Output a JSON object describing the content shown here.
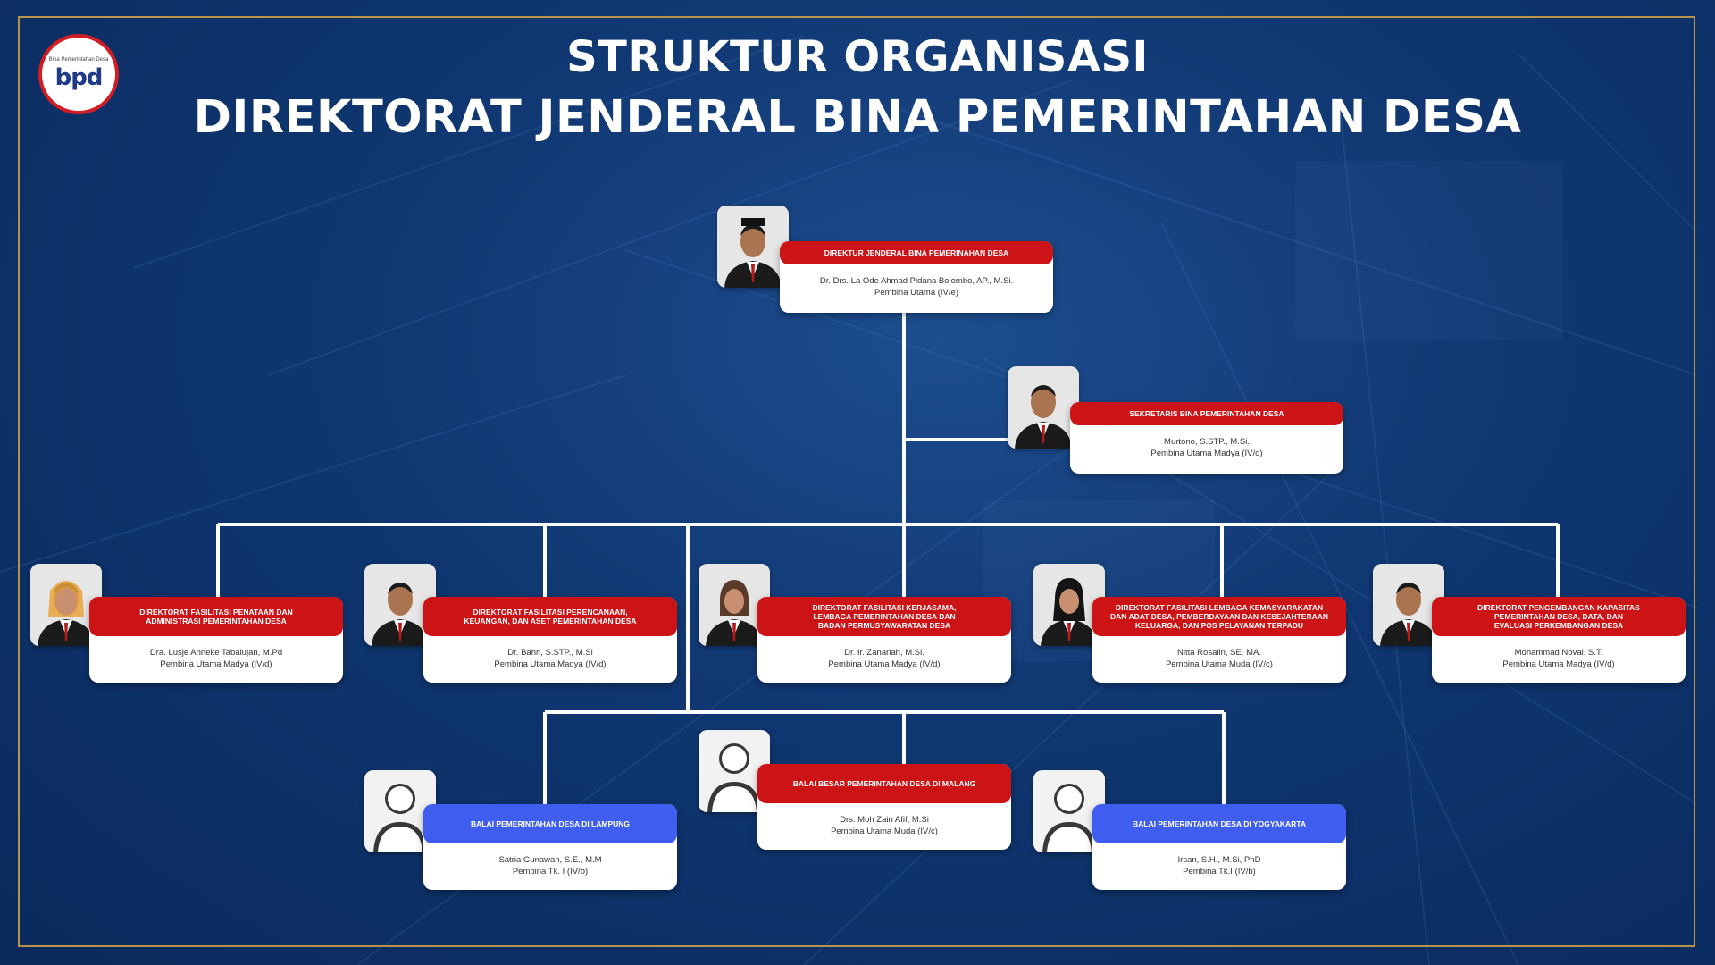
{
  "header": {
    "title_line1": "STRUKTUR ORGANISASI",
    "title_line2": "DIREKTORAT JENDERAL BINA PEMERINTAHAN DESA",
    "logo_text": "bpd",
    "logo_small": "Bina Pemerintahan Desa"
  },
  "colors": {
    "accent_red": "#cc1417",
    "accent_blue": "#3f5ef0",
    "frame_gold": "#b8934a",
    "background": "#0f3670"
  },
  "nodes": {
    "dirjen": {
      "title": "DIREKTUR JENDERAL BINA PEMERINAHAN DESA",
      "name": "Dr. Drs. La Ode Ahmad Pidana Bolombo, AP., M.Si.",
      "rank": "Pembina Utama (IV/e)"
    },
    "sekretaris": {
      "title": "SEKRETARIS BINA PEMERINTAHAN DESA",
      "name": "Murtono, S.STP., M.Si.",
      "rank": "Pembina Utama Madya (IV/d)"
    },
    "dir1": {
      "title": "DIREKTORAT FASILITASI PENATAAN DAN\nADMINISTRASI PEMERINTAHAN DESA",
      "name": "Dra. Lusje Anneke Tabalujan, M.Pd",
      "rank": "Pembina Utama Madya (IV/d)"
    },
    "dir2": {
      "title": "DIREKTORAT FASILITASI PERENCANAAN,\nKEUANGAN, DAN ASET PEMERINTAHAN DESA",
      "name": "Dr. Bahri, S.STP., M.Si",
      "rank": "Pembina Utama Madya (IV/d)"
    },
    "dir3": {
      "title": "DIREKTORAT FASILITASI KERJASAMA,\nLEMBAGA PEMERINTAHAN DESA DAN\nBADAN PERMUSYAWARATAN DESA",
      "name": "Dr. Ir. Zanariah, M.Si.",
      "rank": "Pembina Utama Madya (IV/d)"
    },
    "dir4": {
      "title": "DIREKTORAT FASILITASI LEMBAGA KEMASYARAKATAN\nDAN ADAT DESA, PEMBERDAYAAN DAN KESEJAHTERAAN\nKELUARGA, DAN POS PELAYANAN TERPADU",
      "name": "Nitta Rosalin, SE. MA.",
      "rank": "Pembina Utama Muda (IV/c)"
    },
    "dir5": {
      "title": "DIREKTORAT PENGEMBANGAN KAPASITAS\nPEMERINTAHAN DESA, DATA, DAN\nEVALUASI PERKEMBANGAN DESA",
      "name": "Mohammad Noval, S.T.",
      "rank": "Pembina Utama Madya (IV/d)"
    },
    "balai_lampung": {
      "title": "BALAI PEMERINTAHAN DESA DI LAMPUNG",
      "name": "Satria Gunawan, S.E., M.M",
      "rank": "Pembina Tk. I (IV/b)"
    },
    "balai_malang": {
      "title": "BALAI BESAR PEMERINTAHAN DESA DI MALANG",
      "name": "Drs. Moh Zain Afif, M.Si",
      "rank": "Pembina Utama Muda (IV/c)"
    },
    "balai_yogya": {
      "title": "BALAI PEMERINTAHAN DESA DI YOGYAKARTA",
      "name": "Irsan, S.H., M.Si, PhD",
      "rank": "Pembina Tk.I (IV/b)"
    }
  }
}
